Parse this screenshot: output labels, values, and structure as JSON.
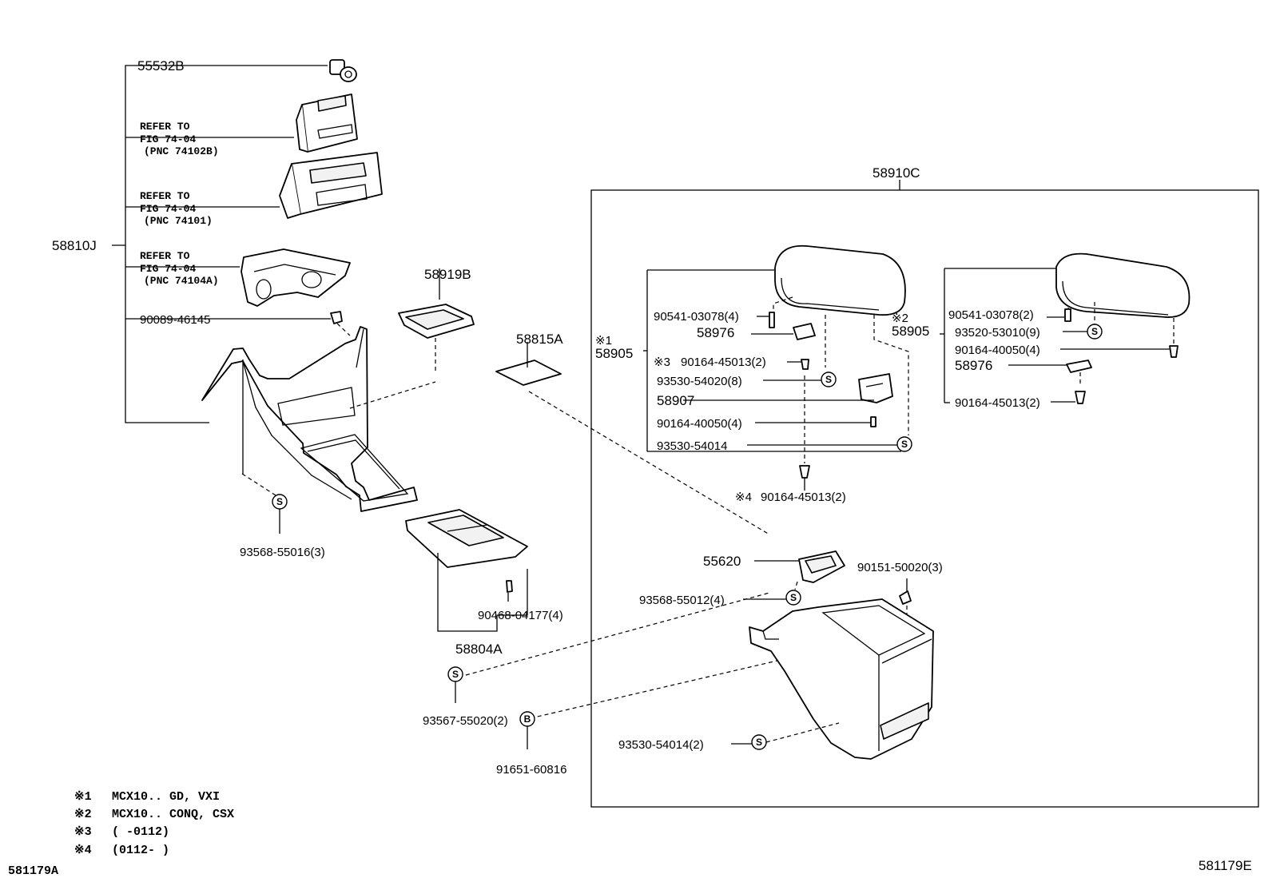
{
  "labels": {
    "p55532b": "55532B",
    "refer1_a": "REFER TO",
    "refer1_b": "FIG 74-04",
    "refer1_c": "(PNC 74102B)",
    "refer2_a": "REFER TO",
    "refer2_b": "FIG 74-04",
    "refer2_c": "(PNC 74101)",
    "refer3_a": "REFER TO",
    "refer3_b": "FIG 74-04",
    "refer3_c": "(PNC 74104A)",
    "p58810j": "58810J",
    "p90089": "90089-46145",
    "p58919b": "58919B",
    "p58815a": "58815A",
    "p93568_55016": "93568-55016(3)",
    "p90468": "90468-04177(4)",
    "p58804a": "58804A",
    "p93567": "93567-55020(2)",
    "p91651": "91651-60816",
    "p58910c": "58910C",
    "m1_mark": "※1",
    "m1_part": "58905",
    "l90541_4": "90541-03078(4)",
    "l58976_a": "58976",
    "m3_mark": "※3",
    "l90164_45013_2a": "90164-45013(2)",
    "l93530_54020": "93530-54020(8)",
    "l58907": "58907",
    "l90164_40050_4a": "90164-40050(4)",
    "l93530_54014": "93530-54014",
    "m4_mark": "※4",
    "l90164_45013_2b": "90164-45013(2)",
    "m2_mark": "※2",
    "m2_part": "58905",
    "l90541_2": "90541-03078(2)",
    "l93520": "93520-53010(9)",
    "l90164_40050_4b": "90164-40050(4)",
    "l58976_b": "58976",
    "l90164_45013_2c": "90164-45013(2)",
    "l55620": "55620",
    "l90151": "90151-50020(3)",
    "l93568_55012": "93568-55012(4)",
    "l93530_54014_2": "93530-54014(2)",
    "sym_s": "S",
    "sym_b": "B"
  },
  "notes": [
    {
      "mark": "※1",
      "text": "MCX10.. GD, VXI"
    },
    {
      "mark": "※2",
      "text": "MCX10.. CONQ, CSX"
    },
    {
      "mark": "※3",
      "text": "(      -0112)"
    },
    {
      "mark": "※4",
      "text": "(0112-      )"
    }
  ],
  "codes": {
    "bottom_left": "581179A",
    "bottom_right": "581179E"
  }
}
